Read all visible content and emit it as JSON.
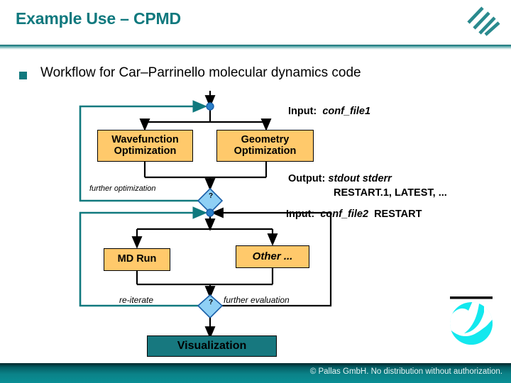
{
  "header": {
    "title": "Example Use – CPMD",
    "accent_color": "#10797e",
    "logo_icon": "diagonal-stripes-logo"
  },
  "bullet": {
    "marker_icon": "square-bullet-icon",
    "text": "Workflow for Car–Parrinello molecular dynamics code"
  },
  "diagram": {
    "type": "flowchart",
    "nodes": [
      {
        "id": "wavefunction",
        "label": "Wavefunction\nOptimization",
        "line1": "Wavefunction",
        "line2": "Optimization",
        "fill": "#ffc96b"
      },
      {
        "id": "geometry",
        "label": "Geometry\nOptimization",
        "line1": "Geometry",
        "line2": "Optimization",
        "fill": "#ffc96b"
      },
      {
        "id": "md_run",
        "label": "MD Run",
        "fill": "#ffc96b"
      },
      {
        "id": "other",
        "label": "Other ...",
        "fill": "#ffc96b"
      },
      {
        "id": "visualization",
        "label": "Visualization",
        "fill": "#17787f"
      }
    ],
    "decisions": [
      {
        "id": "decision-1",
        "label": "?",
        "fill": "#8fd0f5"
      },
      {
        "id": "decision-2",
        "label": "?",
        "fill": "#8fd0f5"
      }
    ],
    "edge_labels": {
      "further_optimization": "further optimization",
      "re_iterate": "re-iterate",
      "further_evaluation": "further evaluation"
    },
    "loop_color": "#10797e",
    "flow_color": "#000000",
    "junction_color": "#2a7fc9"
  },
  "io_annotations": [
    {
      "id": "input-1",
      "label": "Input:",
      "value": "conf_file1"
    },
    {
      "id": "output-1",
      "label": "Output:",
      "value": "stdout stderr",
      "value2": "RESTART.1, LATEST, ..."
    },
    {
      "id": "input-2",
      "label": "Input:",
      "value": "conf_file2",
      "value2": "RESTART"
    }
  ],
  "brand_logo_icon": "pallas-swoosh-logo",
  "footer": {
    "text": "© Pallas GmbH. No distribution without authorization."
  }
}
